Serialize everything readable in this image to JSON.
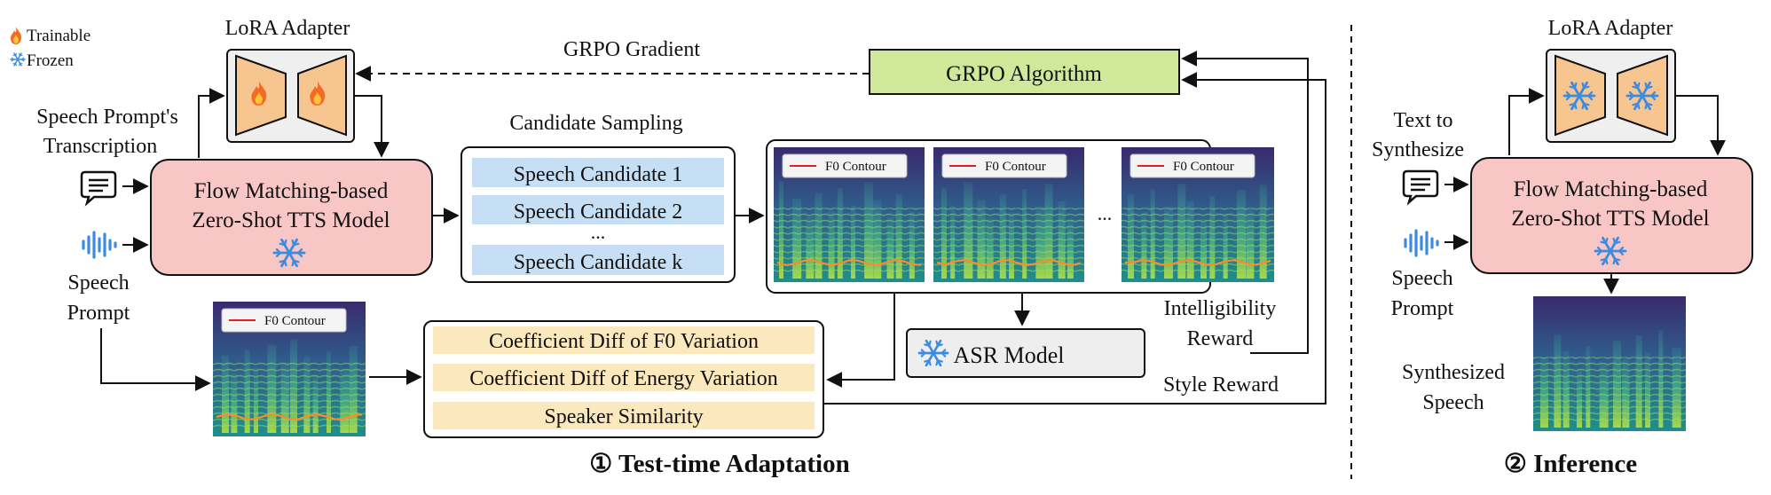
{
  "legend": {
    "trainable": "Trainable",
    "frozen": "Frozen"
  },
  "lora_left": "LoRA Adapter",
  "lora_right": "LoRA Adapter",
  "grpo_gradient": "GRPO Gradient",
  "grpo_algorithm": "GRPO Algorithm",
  "transcription": [
    "Speech Prompt's",
    "Transcription"
  ],
  "tts_left": [
    "Flow Matching-based",
    "Zero-Shot TTS Model"
  ],
  "tts_right": [
    "Flow Matching-based",
    "Zero-Shot TTS Model"
  ],
  "speech_prompt_left": [
    "Speech",
    "Prompt"
  ],
  "speech_prompt_right": [
    "Speech",
    "Prompt"
  ],
  "candidate_sampling": "Candidate Sampling",
  "candidates": [
    "Speech Candidate 1",
    "Speech Candidate 2",
    "...",
    "Speech Candidate k"
  ],
  "f0_contour": "F0 Contour",
  "spec_ellipsis": "...",
  "intelligibility_reward": [
    "Intelligibility",
    "Reward"
  ],
  "asr_model": "ASR Model",
  "style_reward": "Style Reward",
  "rewards": [
    "Coefficient Diff of F0 Variation",
    "Coefficient Diff of Energy Variation",
    "Speaker Similarity"
  ],
  "text_to_synthesize": [
    "Text to",
    "Synthesize"
  ],
  "synthesized_speech": [
    "Synthesized",
    "Speech"
  ],
  "stage1": "① Test-time Adaptation",
  "stage2": "② Inference",
  "colors": {
    "lora_fill": "#f7c58f",
    "lora_box": "#efefef",
    "tts_fill": "#f9c6c6",
    "grpo_fill": "#cfe89a",
    "candidate_fill": "#c7dff5",
    "reward_fill": "#fbe8bd",
    "asr_fill": "#eeeeee",
    "snow": "#3b8ce0",
    "flame": "#f36a22"
  }
}
